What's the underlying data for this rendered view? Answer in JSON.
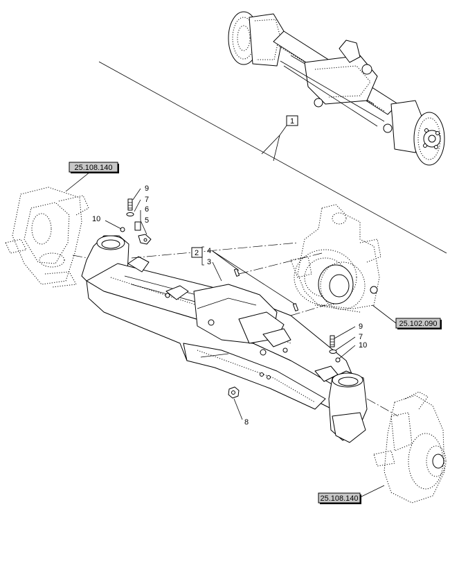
{
  "callouts": {
    "c1": "1",
    "c2": "2",
    "c3": "3",
    "c4": "4",
    "c5": "5",
    "c6": "6",
    "c7a": "7",
    "c7b": "7",
    "c8": "8",
    "c9a": "9",
    "c9b": "9",
    "c10a": "10",
    "c10b": "10"
  },
  "refs": {
    "steering_knuckle_left": "25.108.140",
    "differential": "25.102.090",
    "steering_knuckle_right": "25.108.140"
  }
}
